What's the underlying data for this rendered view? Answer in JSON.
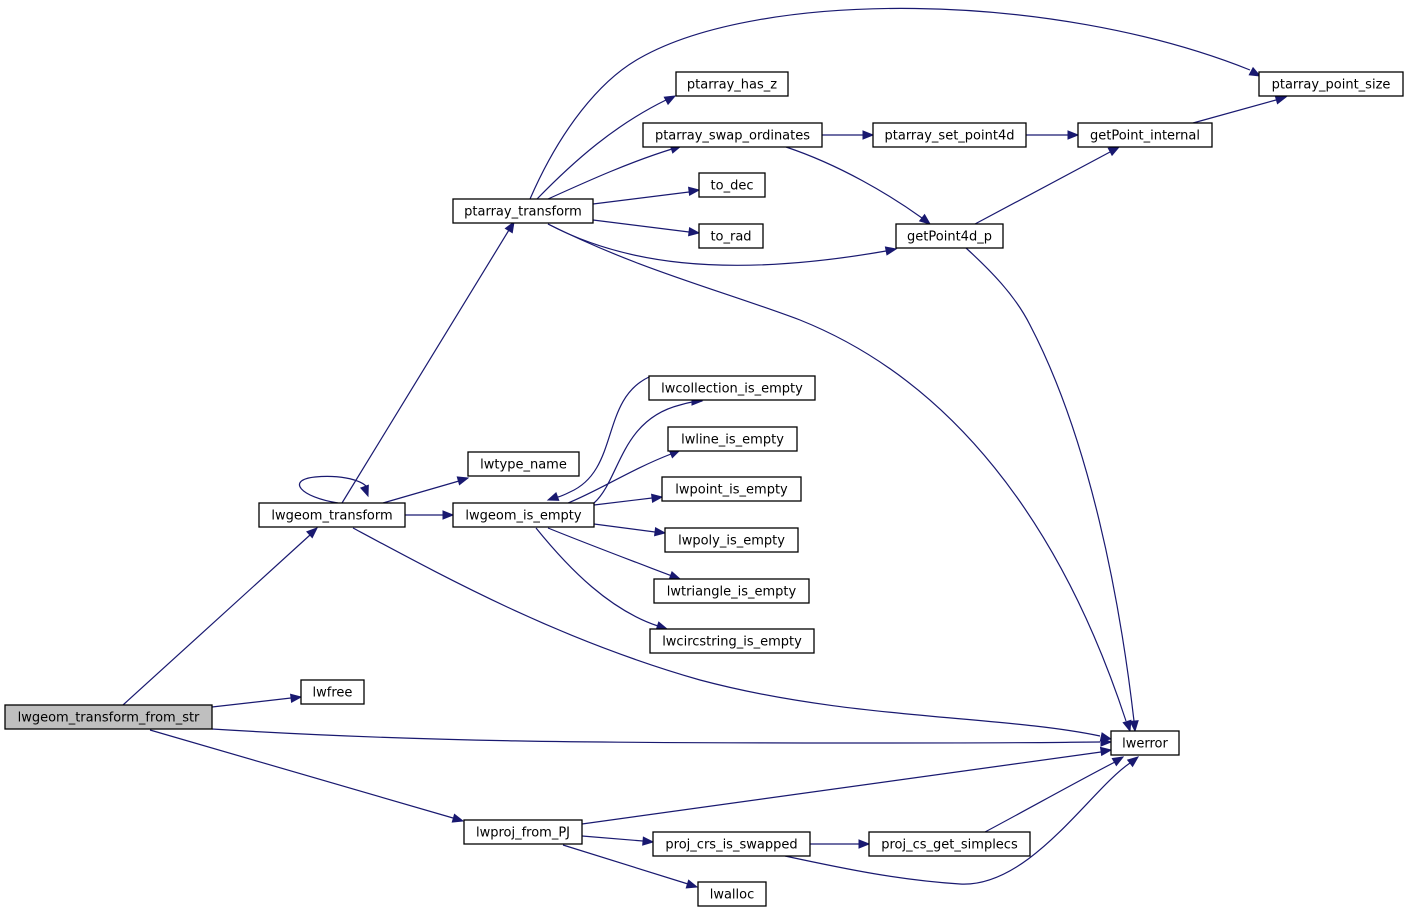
{
  "graph": {
    "edge_color": "#191970",
    "root_fill": "#bfbfbf",
    "nodes": [
      {
        "id": "lwgeom_transform_from_str",
        "label": "lwgeom_transform_from_str",
        "root": true
      },
      {
        "id": "lwgeom_transform",
        "label": "lwgeom_transform"
      },
      {
        "id": "lwfree",
        "label": "lwfree"
      },
      {
        "id": "lwerror",
        "label": "lwerror"
      },
      {
        "id": "lwproj_from_PJ",
        "label": "lwproj_from_PJ"
      },
      {
        "id": "ptarray_transform",
        "label": "ptarray_transform"
      },
      {
        "id": "lwtype_name",
        "label": "lwtype_name"
      },
      {
        "id": "lwgeom_is_empty",
        "label": "lwgeom_is_empty"
      },
      {
        "id": "ptarray_has_z",
        "label": "ptarray_has_z"
      },
      {
        "id": "ptarray_swap_ordinates",
        "label": "ptarray_swap_ordinates"
      },
      {
        "id": "to_dec",
        "label": "to_dec"
      },
      {
        "id": "to_rad",
        "label": "to_rad"
      },
      {
        "id": "getPoint4d_p",
        "label": "getPoint4d_p"
      },
      {
        "id": "ptarray_set_point4d",
        "label": "ptarray_set_point4d"
      },
      {
        "id": "getPoint_internal",
        "label": "getPoint_internal"
      },
      {
        "id": "ptarray_point_size",
        "label": "ptarray_point_size"
      },
      {
        "id": "lwcollection_is_empty",
        "label": "lwcollection_is_empty"
      },
      {
        "id": "lwline_is_empty",
        "label": "lwline_is_empty"
      },
      {
        "id": "lwpoint_is_empty",
        "label": "lwpoint_is_empty"
      },
      {
        "id": "lwpoly_is_empty",
        "label": "lwpoly_is_empty"
      },
      {
        "id": "lwtriangle_is_empty",
        "label": "lwtriangle_is_empty"
      },
      {
        "id": "lwcircstring_is_empty",
        "label": "lwcircstring_is_empty"
      },
      {
        "id": "proj_crs_is_swapped",
        "label": "proj_crs_is_swapped"
      },
      {
        "id": "proj_cs_get_simplecs",
        "label": "proj_cs_get_simplecs"
      },
      {
        "id": "lwalloc",
        "label": "lwalloc"
      }
    ],
    "edges": [
      {
        "from": "lwgeom_transform_from_str",
        "to": "lwgeom_transform"
      },
      {
        "from": "lwgeom_transform_from_str",
        "to": "lwfree"
      },
      {
        "from": "lwgeom_transform_from_str",
        "to": "lwerror"
      },
      {
        "from": "lwgeom_transform_from_str",
        "to": "lwproj_from_PJ"
      },
      {
        "from": "lwgeom_transform",
        "to": "lwgeom_transform"
      },
      {
        "from": "lwgeom_transform",
        "to": "ptarray_transform"
      },
      {
        "from": "lwgeom_transform",
        "to": "lwtype_name"
      },
      {
        "from": "lwgeom_transform",
        "to": "lwgeom_is_empty"
      },
      {
        "from": "lwgeom_transform",
        "to": "lwerror"
      },
      {
        "from": "ptarray_transform",
        "to": "ptarray_point_size"
      },
      {
        "from": "ptarray_transform",
        "to": "ptarray_has_z"
      },
      {
        "from": "ptarray_transform",
        "to": "ptarray_swap_ordinates"
      },
      {
        "from": "ptarray_transform",
        "to": "to_dec"
      },
      {
        "from": "ptarray_transform",
        "to": "to_rad"
      },
      {
        "from": "ptarray_transform",
        "to": "getPoint4d_p"
      },
      {
        "from": "ptarray_transform",
        "to": "lwerror"
      },
      {
        "from": "ptarray_swap_ordinates",
        "to": "ptarray_set_point4d"
      },
      {
        "from": "ptarray_swap_ordinates",
        "to": "getPoint4d_p"
      },
      {
        "from": "ptarray_set_point4d",
        "to": "getPoint_internal"
      },
      {
        "from": "getPoint_internal",
        "to": "ptarray_point_size"
      },
      {
        "from": "getPoint4d_p",
        "to": "getPoint_internal"
      },
      {
        "from": "getPoint4d_p",
        "to": "lwerror"
      },
      {
        "from": "lwgeom_is_empty",
        "to": "lwcollection_is_empty"
      },
      {
        "from": "lwcollection_is_empty",
        "to": "lwgeom_is_empty"
      },
      {
        "from": "lwgeom_is_empty",
        "to": "lwline_is_empty"
      },
      {
        "from": "lwgeom_is_empty",
        "to": "lwpoint_is_empty"
      },
      {
        "from": "lwgeom_is_empty",
        "to": "lwpoly_is_empty"
      },
      {
        "from": "lwgeom_is_empty",
        "to": "lwtriangle_is_empty"
      },
      {
        "from": "lwgeom_is_empty",
        "to": "lwcircstring_is_empty"
      },
      {
        "from": "lwproj_from_PJ",
        "to": "lwerror"
      },
      {
        "from": "lwproj_from_PJ",
        "to": "proj_crs_is_swapped"
      },
      {
        "from": "lwproj_from_PJ",
        "to": "lwalloc"
      },
      {
        "from": "proj_crs_is_swapped",
        "to": "proj_cs_get_simplecs"
      },
      {
        "from": "proj_crs_is_swapped",
        "to": "lwerror"
      },
      {
        "from": "proj_cs_get_simplecs",
        "to": "lwerror"
      }
    ]
  }
}
